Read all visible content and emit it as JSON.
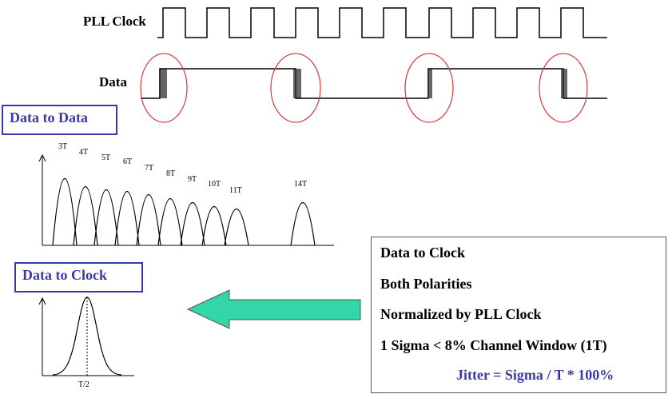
{
  "signals": {
    "clock_label": "PLL Clock",
    "data_label": "Data"
  },
  "data_to_data": {
    "title": "Data to Data",
    "peaks": [
      "3T",
      "4T",
      "5T",
      "6T",
      "7T",
      "8T",
      "9T",
      "10T",
      "11T",
      "14T"
    ]
  },
  "data_to_clock": {
    "title": "Data to Clock",
    "xtick": "T/2"
  },
  "info_box": {
    "line1": "Data to Clock",
    "line2": "Both Polarities",
    "line3": "Normalized by PLL Clock",
    "line4": "1 Sigma < 8% Channel Window (1T)",
    "formula": "Jitter = Sigma / T * 100%"
  },
  "colors": {
    "title_blue": "#3a3aa6",
    "ellipse_red": "#d23a3a",
    "arrow_green": "#33d6a6"
  }
}
